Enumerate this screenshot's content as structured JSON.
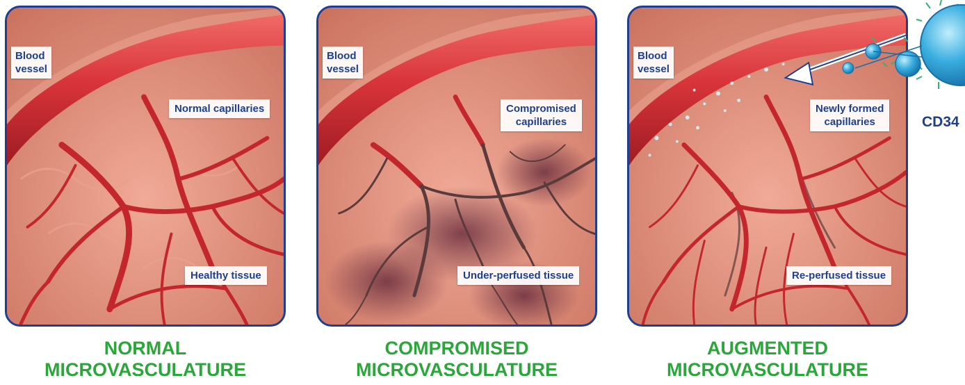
{
  "panels": [
    {
      "vessel_label_line1": "Blood",
      "vessel_label_line2": "vessel",
      "capillary_label_line1": "Normal capillaries",
      "capillary_label_line2": "",
      "tissue_label": "Healthy tissue",
      "caption_line1": "NORMAL",
      "caption_line2": "MICROVASCULATURE"
    },
    {
      "vessel_label_line1": "Blood",
      "vessel_label_line2": "vessel",
      "capillary_label_line1": "Compromised",
      "capillary_label_line2": "capillaries",
      "tissue_label": "Under-perfused tissue",
      "caption_line1": "COMPROMISED",
      "caption_line2": "MICROVASCULATURE"
    },
    {
      "vessel_label_line1": "Blood",
      "vessel_label_line2": "vessel",
      "capillary_label_line1": "Newly formed",
      "capillary_label_line2": "capillaries",
      "tissue_label": "Re-perfused tissue",
      "caption_line1": "AUGMENTED",
      "caption_line2": "MICROVASCULATURE"
    }
  ],
  "cell_label": "CD34",
  "colors": {
    "border": "#1e3f8f",
    "label_text": "#1e3f8f",
    "caption": "#2aa63a",
    "tissue": "#d98a78",
    "vessel": "#c8252c",
    "dark_capillary": "#5a3a3a",
    "cell": "#3aaee0"
  }
}
